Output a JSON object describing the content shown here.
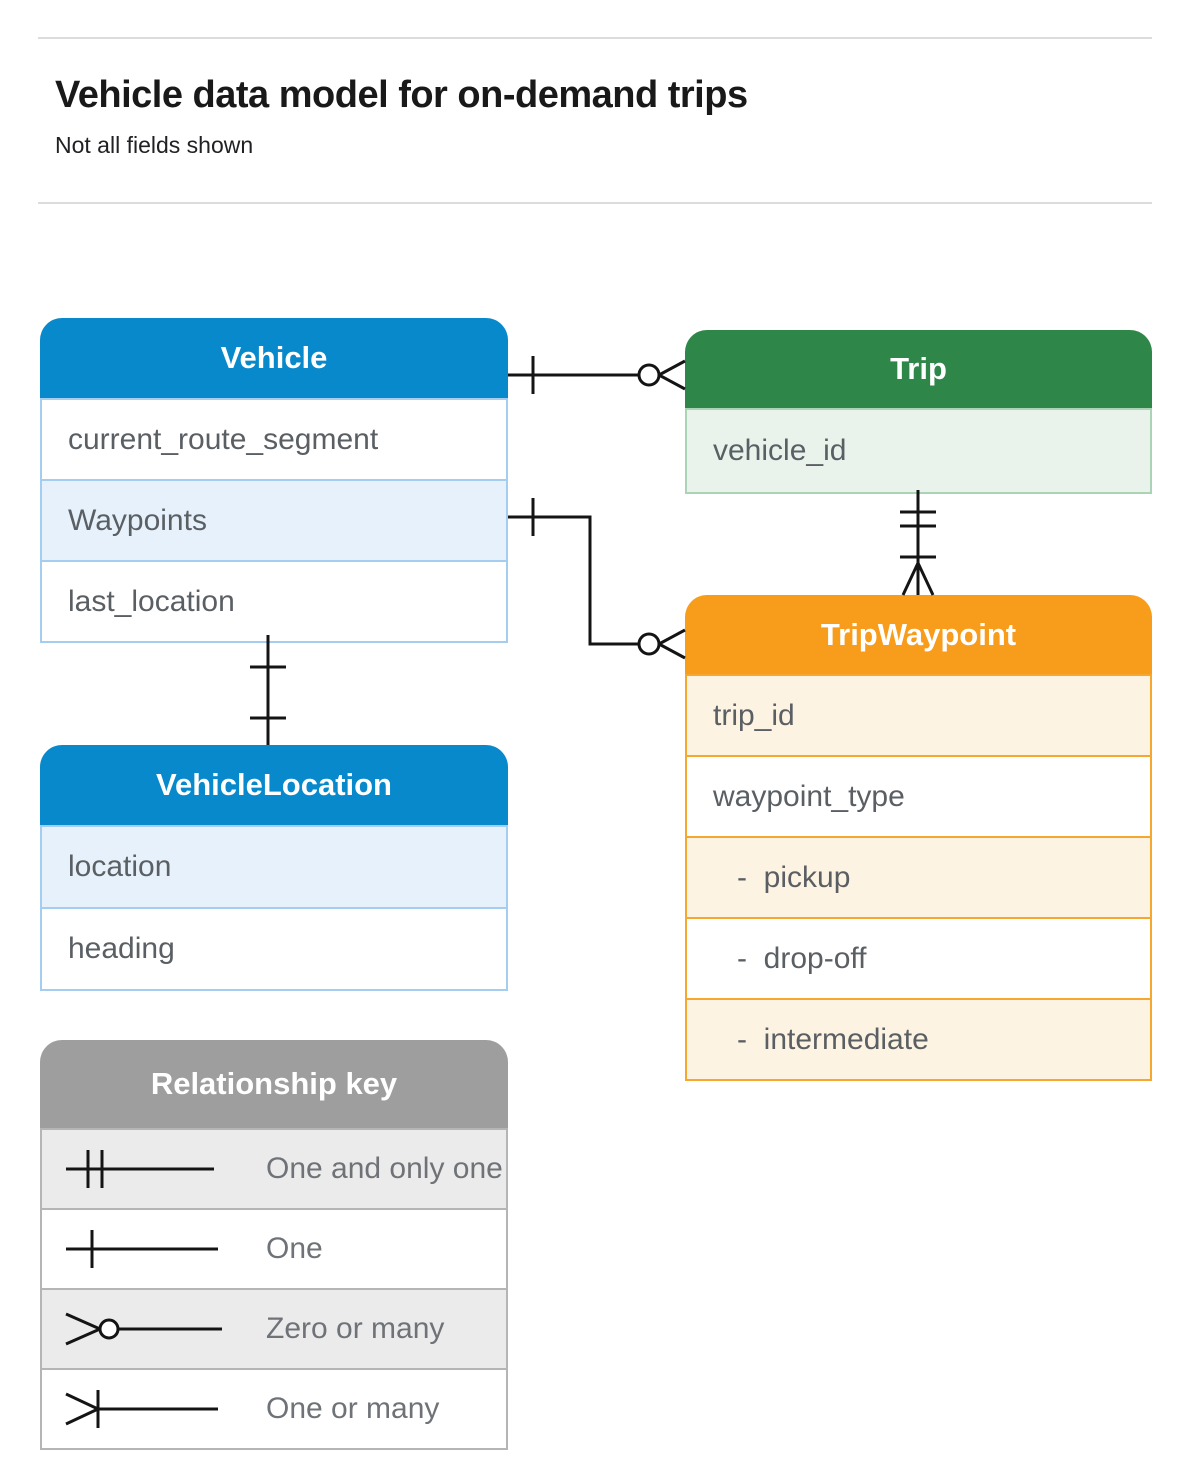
{
  "page": {
    "title": "Vehicle data model for on-demand trips",
    "subtitle": "Not all fields shown"
  },
  "entities": {
    "vehicle": {
      "title": "Vehicle",
      "fields": [
        "current_route_segment",
        "Waypoints",
        "last_location"
      ]
    },
    "trip": {
      "title": "Trip",
      "fields": [
        "vehicle_id"
      ]
    },
    "trip_waypoint": {
      "title": "TripWaypoint",
      "fields": [
        "trip_id",
        "waypoint_type",
        "-  pickup",
        "-  drop-off",
        "-  intermediate"
      ]
    },
    "vehicle_location": {
      "title": "VehicleLocation",
      "fields": [
        "location",
        "heading"
      ]
    }
  },
  "legend": {
    "title": "Relationship key",
    "items": [
      "One and only one",
      "One",
      "Zero or many",
      "One or many"
    ]
  },
  "relationships": [
    {
      "from": "Vehicle",
      "to": "Trip",
      "from_cardinality": "One",
      "to_cardinality": "Zero or many"
    },
    {
      "from": "Vehicle.Waypoints",
      "to": "TripWaypoint",
      "from_cardinality": "One",
      "to_cardinality": "Zero or many"
    },
    {
      "from": "Vehicle",
      "to": "VehicleLocation",
      "from_cardinality": "One",
      "to_cardinality": "One"
    },
    {
      "from": "Trip",
      "to": "TripWaypoint",
      "from_cardinality": "One and only one",
      "to_cardinality": "One or many"
    }
  ],
  "colors": {
    "vehicle_header": "#0789cb",
    "vehicle_tint": "#e7f1fb",
    "trip_header": "#2e8749",
    "trip_tint": "#e9f3ec",
    "waypoint_header": "#f89c1b",
    "waypoint_tint": "#fdf3e2",
    "key_header": "#9e9e9e",
    "key_tint": "#ebebeb",
    "connector": "#141414"
  }
}
